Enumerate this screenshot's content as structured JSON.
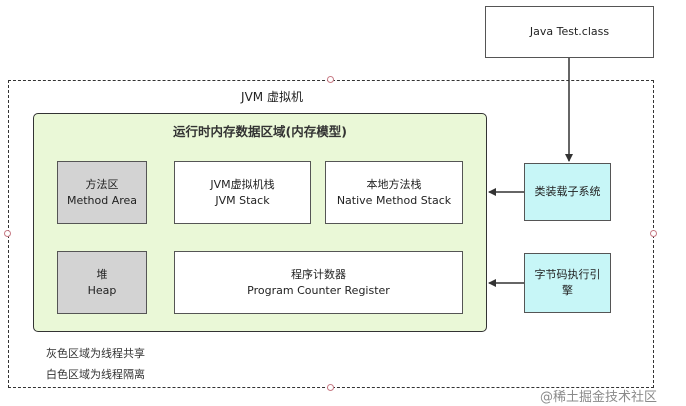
{
  "external": {
    "class_file": "Java Test.class"
  },
  "jvm": {
    "title": "JVM 虚拟机"
  },
  "memory_model": {
    "title": "运行时内存数据区域(内存模型)",
    "method_area": {
      "line1": "方法区",
      "line2": "Method Area"
    },
    "jvm_stack": {
      "line1": "JVM虚拟机栈",
      "line2": "JVM Stack"
    },
    "native_stack": {
      "line1": "本地方法栈",
      "line2": "Native Method Stack"
    },
    "heap": {
      "line1": "堆",
      "line2": "Heap"
    },
    "pc_register": {
      "line1": "程序计数器",
      "line2": "Program Counter Register"
    }
  },
  "subsystems": {
    "class_loader": {
      "line1": "类装载子系统"
    },
    "execution_engine": {
      "line1": "字节码执行引",
      "line2": "擎"
    }
  },
  "legend": {
    "gray": "灰色区域为线程共享",
    "white": "白色区域为线程隔离"
  },
  "watermark": "@稀土掘金技术社区",
  "colors": {
    "memory_region_fill": "#eaf8d7",
    "shared_fill": "#d3d3d3",
    "isolated_fill": "#ffffff",
    "subsystem_fill": "#c7f6f7"
  }
}
